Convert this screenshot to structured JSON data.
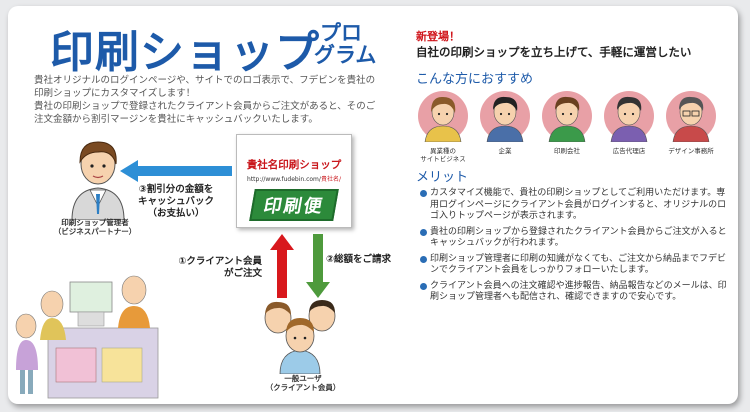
{
  "header": {
    "title_main": "印刷ショップ",
    "title_small_1": "プロ",
    "title_small_2": "グラム"
  },
  "intro": {
    "line1": "貴社オリジナルのログインページや、サイトでのロゴ表示で、フデビンを貴社の印刷ショップにカスタマイズします！",
    "line2": "貴社の印刷ショップで登録されたクライアント会員からご注文があると、そのご注文金額から割引マージンを貴社にキャッシュバックいたします。"
  },
  "diagram": {
    "shop_name": "貴社名印刷ショップ",
    "shop_url_prefix": "http://www.fudebin.com/",
    "shop_url_suffix": "貴社名/",
    "shop_logo": "印刷便",
    "refund_label": "③割引分の金額を\nキャッシュバック\n（お支払い）",
    "order_label": "①クライアント会員\nがご注文",
    "total_label": "②総額をご請求",
    "manager_caption_1": "印刷ショップ管理者",
    "manager_caption_2": "（ビジネスパートナー）",
    "user_caption_1": "一般ユーザ",
    "user_caption_2": "（クライアント会員）",
    "arrow_blue": "#2d8fd6",
    "arrow_red": "#d8181d",
    "arrow_green": "#4e9a3c"
  },
  "right": {
    "new_label": "新登場！",
    "new_desc": "自社の印刷ショップを立ち上げて、手軽に運営したい",
    "recommend_head": "こんな方におすすめ",
    "faces": [
      {
        "caption": "異業種の\nサイトビジネス"
      },
      {
        "caption": "企業"
      },
      {
        "caption": "印刷会社"
      },
      {
        "caption": "広告代理店"
      },
      {
        "caption": "デザイン事務所"
      }
    ],
    "merit_head": "メリット",
    "merits": [
      "カスタマイズ機能で、貴社の印刷ショップとしてご利用いただけます。専用ログインページにクライアント会員がログインすると、オリジナルのロゴ入りトップページが表示されます。",
      "貴社の印刷ショップから登録されたクライアント会員からご注文が入るとキャッシュバックが行われます。",
      "印刷ショップ管理者に印刷の知識がなくても、ご注文から納品までフデビンでクライアント会員をしっかりフォローいたします。",
      "クライアント会員への注文確認や進捗報告、納品報告などのメールは、印刷ショップ管理者へも配信され、確認できますので安心です。"
    ]
  },
  "colors": {
    "brand_blue": "#1d5aa9",
    "accent_red": "#d0151b",
    "face_bg": "#e8a0a6"
  }
}
